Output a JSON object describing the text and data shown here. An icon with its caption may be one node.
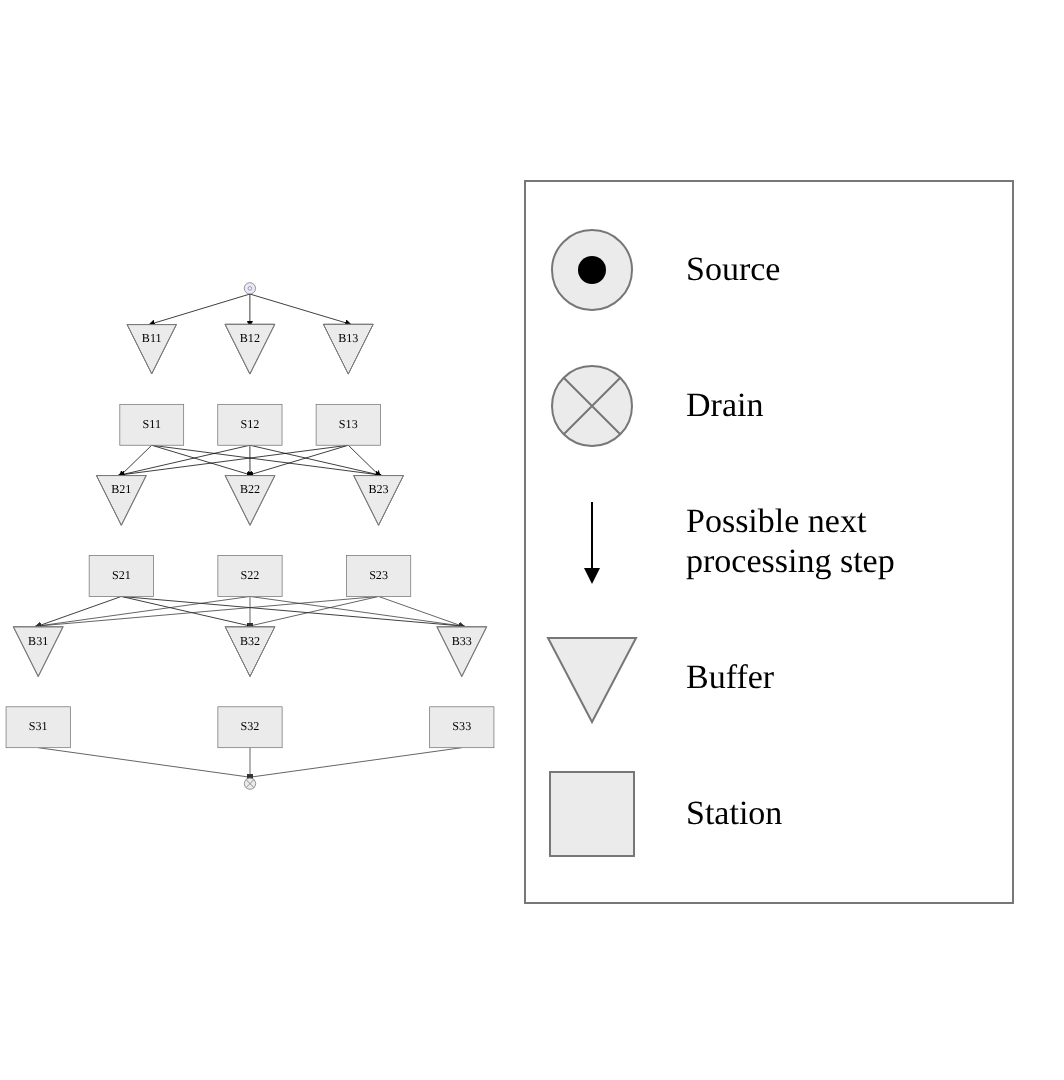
{
  "diagram": {
    "nodes": [
      {
        "text": [],
        "shape": "circle"
      },
      {
        "text": [
          "B11"
        ]
      },
      {
        "text": [
          "B12"
        ]
      },
      {
        "text": [
          "B13"
        ]
      },
      {
        "text": [
          "S11"
        ]
      },
      {
        "text": [
          "S12"
        ]
      },
      {
        "text": [
          "S13"
        ]
      },
      {
        "text": [
          "B21"
        ]
      },
      {
        "text": [
          "B22"
        ]
      },
      {
        "text": [
          "B23"
        ]
      },
      {
        "text": [
          "S21"
        ]
      },
      {
        "text": [
          "S22"
        ]
      },
      {
        "text": [
          "S23"
        ]
      },
      {
        "text": [
          "B31"
        ]
      },
      {
        "text": [
          "B32"
        ]
      },
      {
        "text": [
          "B33"
        ]
      },
      {
        "text": [
          "S31"
        ]
      },
      {
        "text": [
          "S32"
        ]
      },
      {
        "text": [
          "S33"
        ]
      },
      {
        "text": [],
        "shape": "circle"
      }
    ],
    "edges": [
      {
        "from": 0,
        "to": 1,
        "arrow": "to"
      },
      {
        "from": 0,
        "to": 2,
        "arrow": "to"
      },
      {
        "from": 0,
        "to": 3,
        "arrow": "to"
      },
      {
        "from": 4,
        "to": 7,
        "arrow": "to"
      },
      {
        "from": 4,
        "to": 8,
        "arrow": "to"
      },
      {
        "from": 4,
        "to": 9,
        "arrow": "to"
      },
      {
        "from": 5,
        "to": 7,
        "arrow": "to"
      },
      {
        "from": 5,
        "to": 8,
        "arrow": "to"
      },
      {
        "from": 5,
        "to": 9,
        "arrow": "to"
      },
      {
        "from": 6,
        "to": 7,
        "arrow": "to"
      },
      {
        "from": 6,
        "to": 8,
        "arrow": "to"
      },
      {
        "from": 6,
        "to": 9,
        "arrow": "to"
      },
      {
        "from": 10,
        "to": 13,
        "arrow": "to"
      },
      {
        "from": 10,
        "to": 14,
        "arrow": "to"
      },
      {
        "from": 10,
        "to": 15,
        "arrow": "to"
      },
      {
        "from": 11,
        "to": 13,
        "arrow": "to"
      },
      {
        "from": 11,
        "to": 14,
        "arrow": "to"
      },
      {
        "from": 11,
        "to": 15,
        "arrow": "to"
      },
      {
        "from": 12,
        "to": 13,
        "arrow": "to"
      },
      {
        "from": 12,
        "to": 14,
        "arrow": "to"
      },
      {
        "from": 12,
        "to": 15,
        "arrow": "to"
      },
      {
        "from": 16,
        "to": 19,
        "arrow": "to"
      },
      {
        "from": 17,
        "to": 19,
        "arrow": "to"
      },
      {
        "from": 18,
        "to": 19,
        "arrow": "to"
      }
    ],
    "legend": [
      {
        "text": "Source"
      },
      {
        "text": "Drain"
      },
      {
        "text": "Possible next processing step"
      },
      {
        "text": "Buffer"
      },
      {
        "text": "Station"
      }
    ]
  }
}
